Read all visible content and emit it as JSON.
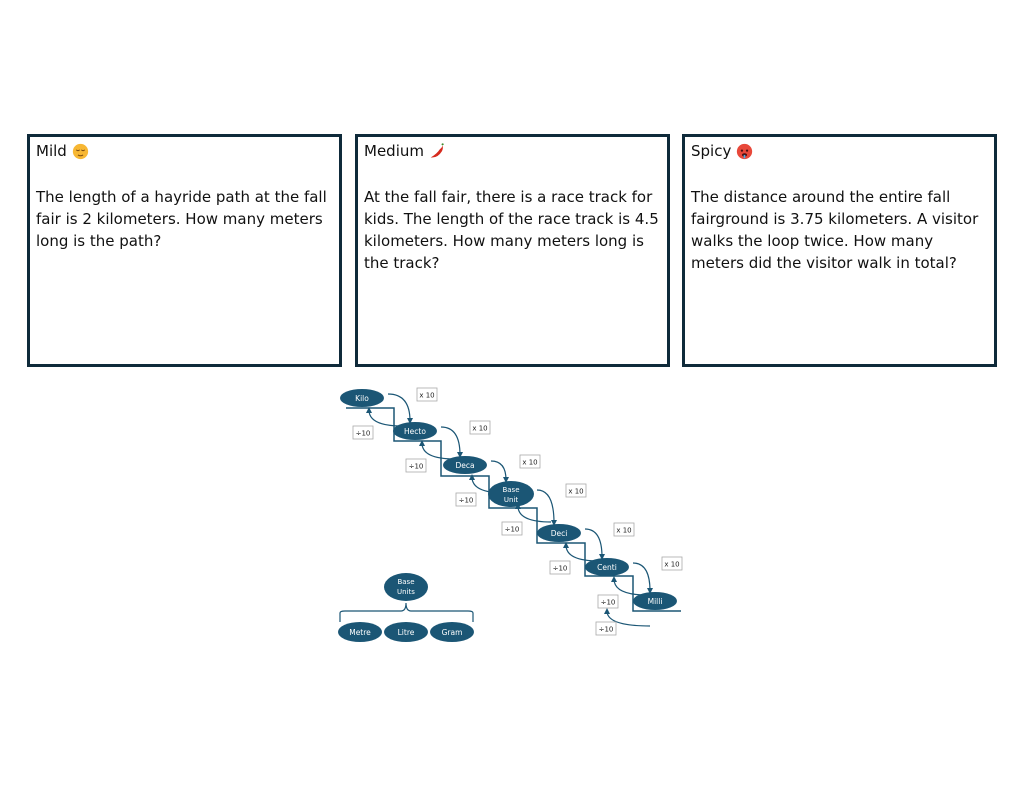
{
  "cards": [
    {
      "title": "Mild",
      "emoji": "relieved-face",
      "text": "The length of a hayride path at the fall fair is 2 kilometers. How many meters long is the path?"
    },
    {
      "title": "Medium",
      "emoji": "hot-pepper",
      "text": "At the fall fair, there is a race track for kids. The length of the race track is 4.5 kilometers. How many meters long is the track?"
    },
    {
      "title": "Spicy",
      "emoji": "hot-face",
      "text": "The distance around the entire fall fairground is 3.75 kilometers. A visitor walks the loop twice. How many meters did the visitor walk in total?"
    }
  ],
  "diagram": {
    "units": [
      "Kilo",
      "Hecto",
      "Deca",
      "Base Unit",
      "Deci",
      "Centi",
      "Milli"
    ],
    "multiply_label": "x 10",
    "divide_label": "÷10",
    "base_units": {
      "title": "Base Units",
      "items": [
        "Metre",
        "Litre",
        "Gram"
      ]
    },
    "color": "#1b5675"
  }
}
